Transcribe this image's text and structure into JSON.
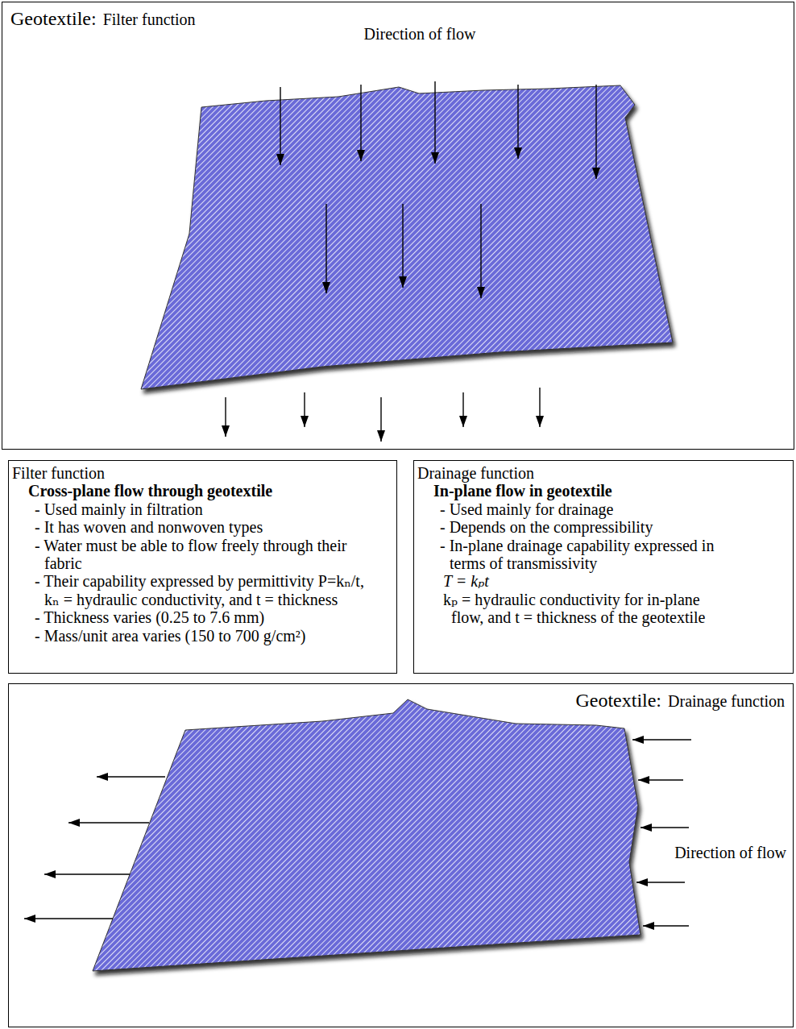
{
  "diagram": {
    "nodes": [
      {
        "text": [
          "Geotextile:",
          "Filter function"
        ]
      },
      {
        "text": [
          "Filter function",
          "Cross-plane flow through geotextile",
          "- Used mainly in filtration",
          "- It has woven and nonwoven types",
          "- Water must be able to flow freely through their fabric",
          "- Their capability expressed by permittivity P=kₙ/t, kₙ = hydraulic conductivity, and t = thickness",
          "- Thickness varies (0.25 to 7.6 mm)",
          "- Mass/unit area varies (150 to 700 g/cm²)"
        ]
      },
      {
        "text": [
          "Drainage function",
          "In-plane flow in geotextile",
          "- Used mainly for drainage",
          "- Depends on the compressibility",
          "- In-plane drainage capability expressed in terms of transmissivity",
          "T = kₚt",
          "kₚ = hydraulic conductivity for in-plane flow, and t = thickness of the geotextile"
        ]
      },
      {
        "text": [
          "Geotextile:",
          "Drainage function"
        ]
      }
    ],
    "edges": [],
    "labels": [
      "Direction of flow",
      "Direction of flow"
    ]
  }
}
